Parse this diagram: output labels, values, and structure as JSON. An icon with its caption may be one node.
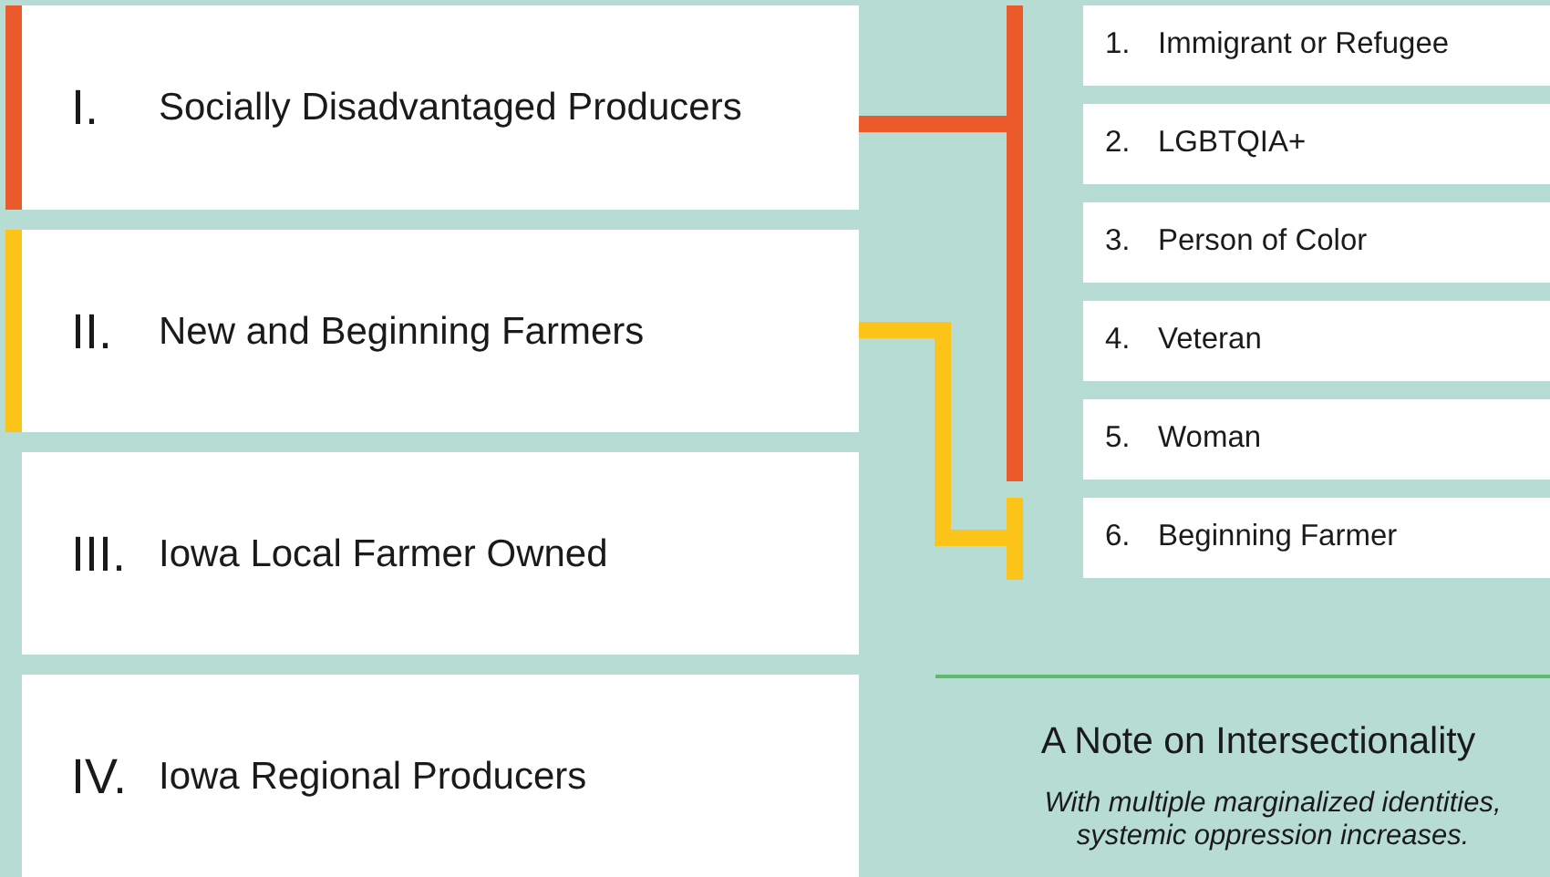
{
  "diagram": {
    "nodes": [
      {
        "text": [
          "I.",
          "Socially Disadvantaged Producers"
        ]
      },
      {
        "text": [
          "II.",
          "New and Beginning Farmers"
        ]
      },
      {
        "text": [
          "III.",
          "Iowa Local Farmer Owned"
        ]
      },
      {
        "text": [
          "IV.",
          "Iowa Regional Producers"
        ]
      },
      {
        "text": [
          "1.",
          "Immigrant or Refugee"
        ]
      },
      {
        "text": [
          "2.",
          "LGBTQIA+"
        ]
      },
      {
        "text": [
          "3.",
          "Person of Color"
        ]
      },
      {
        "text": [
          "4.",
          "Veteran"
        ]
      },
      {
        "text": [
          "5.",
          "Woman"
        ]
      },
      {
        "text": [
          "6.",
          "Beginning Farmer"
        ]
      },
      {
        "text": [],
        "shape": "bar"
      },
      {
        "text": [],
        "shape": "bar"
      }
    ],
    "edges": [
      {
        "from": 0,
        "to": 10,
        "arrow": "none",
        "color": "#ea5a2a"
      },
      {
        "from": 1,
        "to": 11,
        "arrow": "none",
        "color": "#fcc419"
      }
    ],
    "labels": [
      "A Note on Intersectionality",
      "With multiple marginalized identities, systemic oppression increases."
    ]
  }
}
